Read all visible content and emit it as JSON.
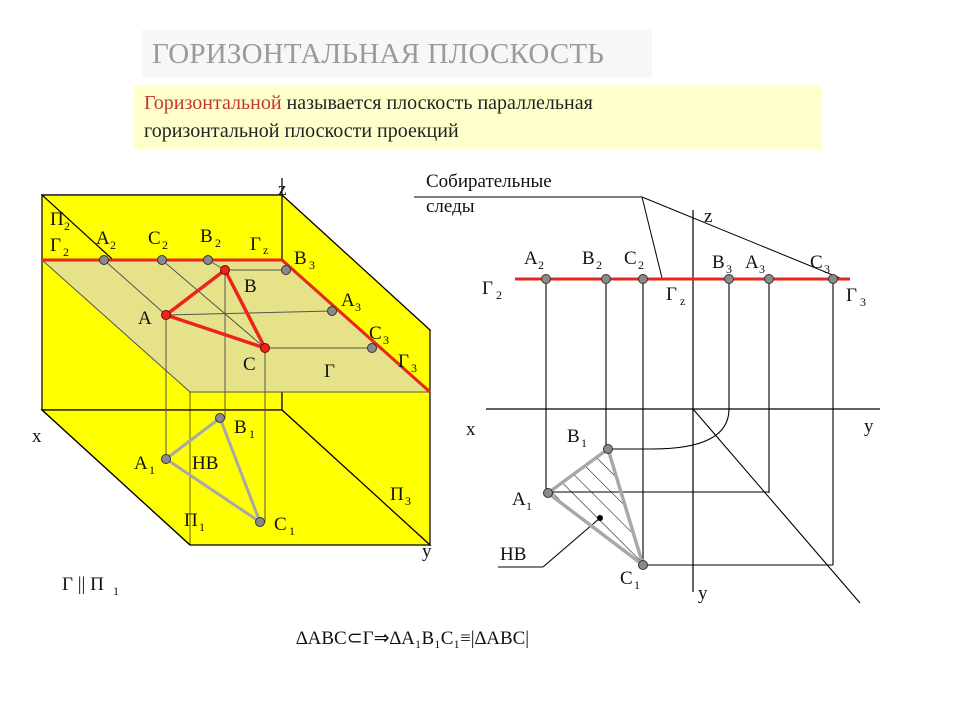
{
  "title": "ГОРИЗОНТАЛЬНАЯ ПЛОСКОСТЬ",
  "definition": {
    "highlight": "Горизонтальной",
    "line1_rest": " называется плоскость параллельная",
    "line2": "горизонтальной плоскости проекций"
  },
  "annotation": {
    "line1": "Собирательные",
    "line2": "следы"
  },
  "parallel_statement": "Г || П",
  "parallel_sub": "1",
  "formula": "∆ABC⊂Г⇒∆A₁B₁C₁≡|∆ABC|",
  "labels": {
    "P2": "П",
    "P2_sub": "2",
    "G2": "Г",
    "G2_sub": "2",
    "A2": "A",
    "A2_sub": "2",
    "C2": "C",
    "C2_sub": "2",
    "B2": "B",
    "B2_sub": "2",
    "Gz": "Г",
    "Gz_sub": "z",
    "z": "z",
    "B3": "B",
    "B3_sub": "3",
    "B": "B",
    "A": "A",
    "A3": "A",
    "A3_sub": "3",
    "C3": "C",
    "C3_sub": "3",
    "C": "C",
    "G3": "Г",
    "G3_sub": "3",
    "G": "Г",
    "x": "x",
    "B1": "B",
    "B1_sub": "1",
    "A1": "A",
    "A1_sub": "1",
    "HB": "HB",
    "P3": "П",
    "P3_sub": "3",
    "P1": "П",
    "P1_sub": "1",
    "C1": "C",
    "C1_sub": "1",
    "y": "y"
  },
  "epure_labels": {
    "z": "z",
    "A2": "A",
    "A2_sub": "2",
    "B2": "B",
    "B2_sub": "2",
    "C2": "C",
    "C2_sub": "2",
    "B3": "B",
    "B3_sub": "3",
    "A3": "A",
    "A3_sub": "3",
    "C3": "C",
    "C3_sub": "3",
    "G2": "Г",
    "G2_sub": "2",
    "Gz": "Г",
    "Gz_sub": "z",
    "G3": "Г",
    "G3_sub": "3",
    "x": "x",
    "y_right": "y",
    "B1": "B",
    "B1_sub": "1",
    "A1": "A",
    "A1_sub": "1",
    "HB": "HB",
    "C1": "C",
    "C1_sub": "1",
    "y_bottom": "y"
  },
  "colors": {
    "yellow": "#ffff00",
    "plane": "#e6e28a",
    "trace_red": "#e8261c",
    "gray_line": "#a8a8a8",
    "point": "#8a8a8a"
  }
}
